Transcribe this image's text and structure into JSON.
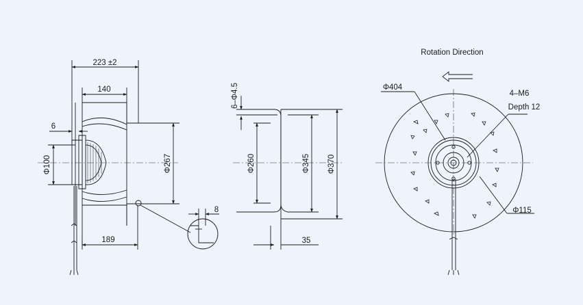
{
  "title": "Rotation Direction",
  "side_view": {
    "overall_width": "223 ±2",
    "inlet_width": "140",
    "motor_offset": "6",
    "motor_diameter": "Φ100",
    "outlet_diameter": "Φ267",
    "body_length": "189"
  },
  "flange_view": {
    "holes": "6–Φ4.5",
    "bolt_circle_inner": "Φ260",
    "bolt_circle": "Φ345",
    "outer_diameter": "Φ370",
    "flange_thickness": "35",
    "detail_thickness": "8"
  },
  "front_view": {
    "impeller_diameter": "Φ404",
    "thread_spec": "4–M6",
    "thread_depth": "Depth 12",
    "hub_diameter": "Φ115"
  },
  "colors": {
    "line": "#1a1a1a",
    "background": "#eef4fb",
    "center_line": "#333333"
  }
}
